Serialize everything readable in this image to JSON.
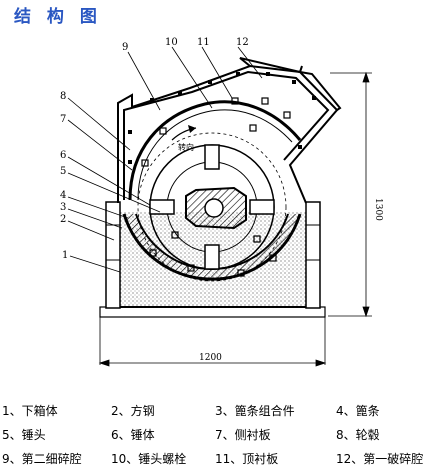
{
  "title": "结 构 图",
  "callouts": [
    "1",
    "2",
    "3",
    "4",
    "5",
    "6",
    "7",
    "8",
    "9",
    "10",
    "11",
    "12"
  ],
  "dimensions": {
    "width": "1200",
    "height": "1300"
  },
  "rotation_label": "转向",
  "legend": [
    "1、下箱体",
    "2、方钢",
    "3、篦条组合件",
    "4、篦条",
    "5、锤头",
    "6、锤体",
    "7、侧衬板",
    "8、轮毂",
    "9、第二细碎腔",
    "10、锤头螺栓",
    "11、顶衬板",
    "12、第一破碎腔"
  ],
  "colors": {
    "title": "#2a57c2",
    "line": "#000000"
  }
}
